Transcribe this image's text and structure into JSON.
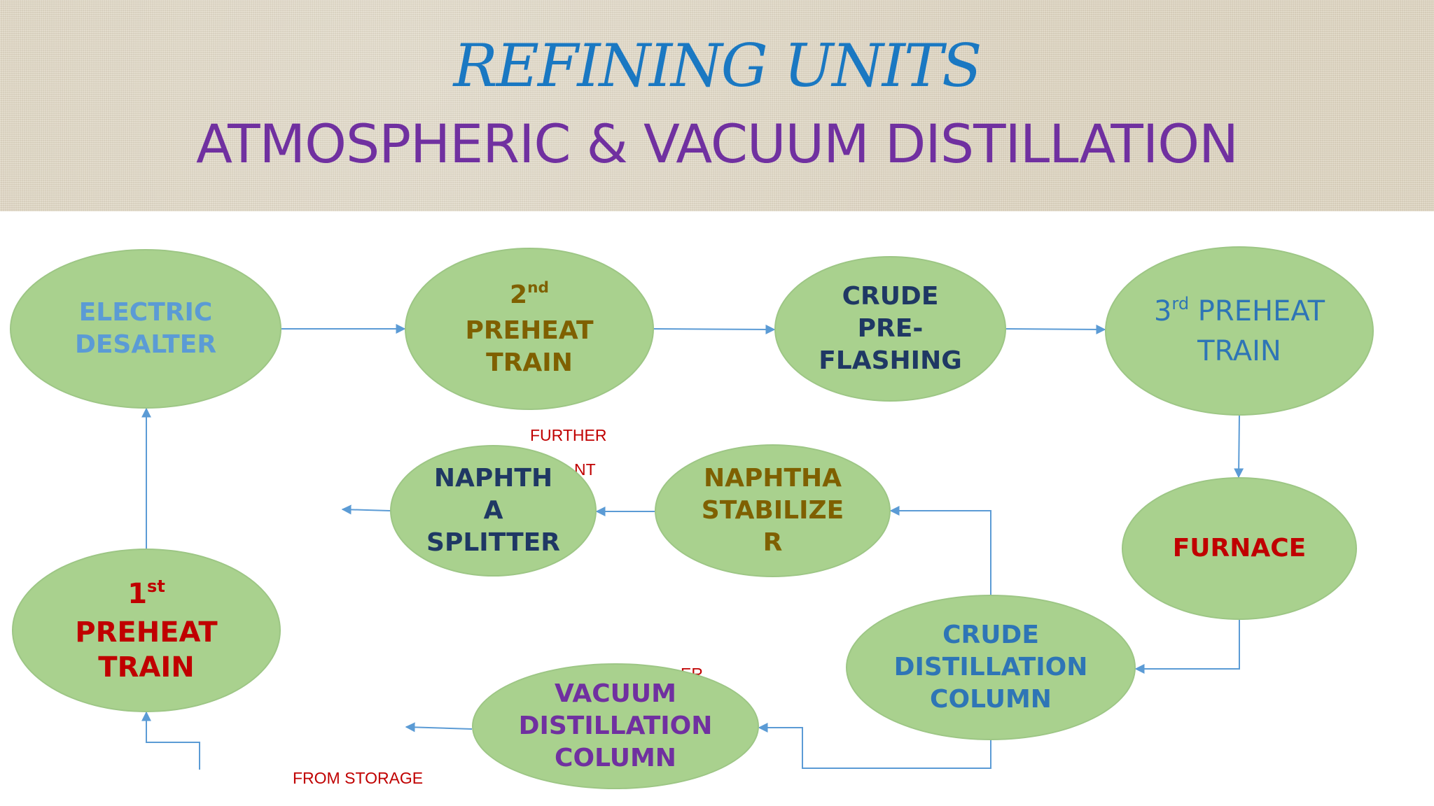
{
  "title": {
    "line1": "REFINING UNITS",
    "line2": "ATMOSPHERIC & VACUUM DISTILLATION"
  },
  "colors": {
    "node_fill": "#a9d18e",
    "arrow": "#5b9bd5",
    "title1": "#1a78c2",
    "title2": "#7030a0"
  },
  "nodes": {
    "electric_desalter": {
      "text": "ELECTRIC\nDESALTER",
      "color": "#5b9bd5"
    },
    "preheat2": {
      "ordinal": "2",
      "suffix": "nd",
      "text": "PREHEAT\nTRAIN",
      "color": "#7f6000"
    },
    "crude_preflashing": {
      "text": "CRUDE\nPRE-\nFLASHING",
      "color": "#1f3864"
    },
    "preheat3": {
      "ordinal": "3",
      "suffix": "rd",
      "text": " PREHEAT\nTRAIN",
      "color": "#2e75b6"
    },
    "furnace": {
      "text": "FURNACE",
      "color": "#c00000"
    },
    "naphtha_stabilizer": {
      "text": "NAPHTHA\nSTABILIZE\nR",
      "color": "#7f6000"
    },
    "naphtha_splitter": {
      "text": "NAPHTH\nA\nSPLITTER",
      "color": "#1f3864"
    },
    "preheat1": {
      "ordinal": "1",
      "suffix": "st",
      "text": "PREHEAT\nTRAIN",
      "color": "#c00000"
    },
    "crude_distillation": {
      "text": "CRUDE\nDISTILLATION\nCOLUMN",
      "color": "#2e75b6"
    },
    "vacuum_distillation": {
      "text": "VACUUM\nDISTILLATION\nCOLUMN",
      "color": "#7030a0"
    }
  },
  "notes": {
    "further": "FURTHER",
    "treatment_fragment": "NT",
    "vacuum_fragment": "ER",
    "from_storage": "FROM STORAGE"
  }
}
